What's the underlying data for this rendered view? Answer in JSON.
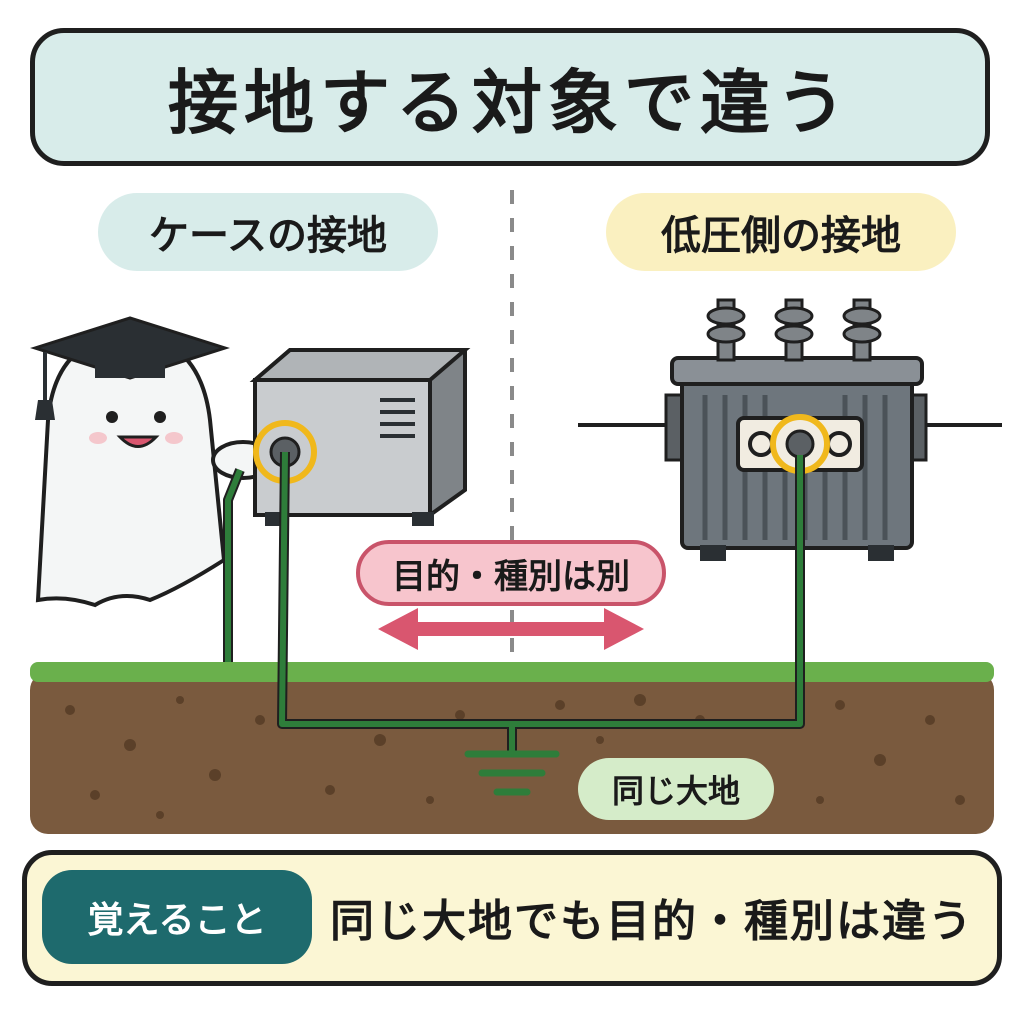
{
  "title": "接地する対象で違う",
  "left_label": "ケースの接地",
  "right_label": "低圧側の接地",
  "center_label": "目的・種別は別",
  "ground_label": "同じ大地",
  "memo": {
    "tag": "覚えること",
    "text": "同じ大地でも目的・種別は違う"
  },
  "colors": {
    "wire": "#2e7d3a",
    "highlight_ring": "#f0b81c",
    "arrow": "#d9566f",
    "soil": "#7a5a3e",
    "grass": "#6ab04c"
  }
}
